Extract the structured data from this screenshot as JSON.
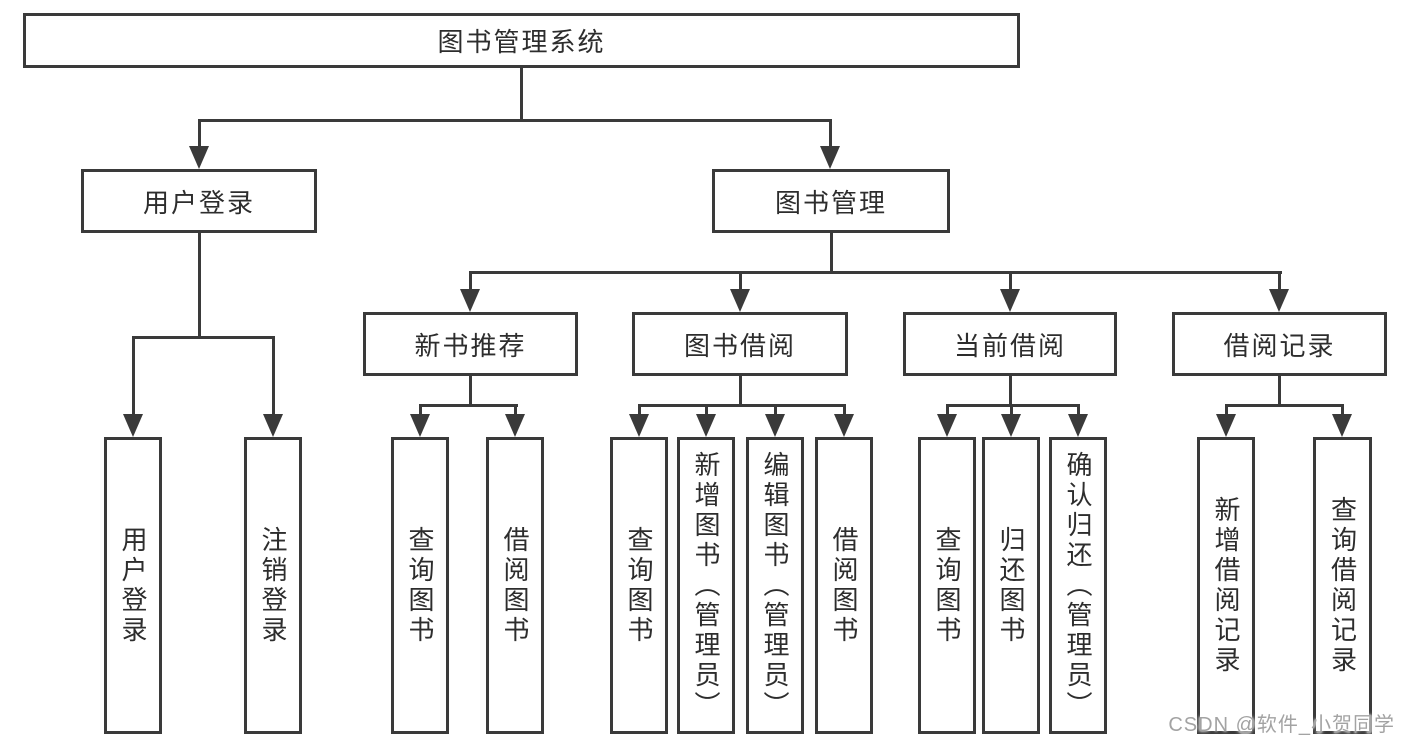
{
  "diagram": {
    "root_label": "图书管理系统",
    "user_branch": {
      "label": "用户登录",
      "leaves": [
        "用户登录",
        "注销登录"
      ]
    },
    "mgmt_branch": {
      "label": "图书管理",
      "sections": [
        {
          "label": "新书推荐",
          "leaves": [
            "查询图书",
            "借阅图书"
          ]
        },
        {
          "label": "图书借阅",
          "leaves": [
            "查询图书",
            "新增图书（管理员）",
            "编辑图书（管理员）",
            "借阅图书"
          ]
        },
        {
          "label": "当前借阅",
          "leaves": [
            "查询图书",
            "归还图书",
            "确认归还（管理员）"
          ]
        },
        {
          "label": "借阅记录",
          "leaves": [
            "新增借阅记录",
            "查询借阅记录"
          ]
        }
      ]
    }
  },
  "watermark": {
    "text": "CSDN @软件_小贺同学"
  },
  "colors": {
    "line": "#3a3a3a",
    "text": "#2d2d2d",
    "watermark": "#a3a3a3",
    "background": "#ffffff"
  }
}
